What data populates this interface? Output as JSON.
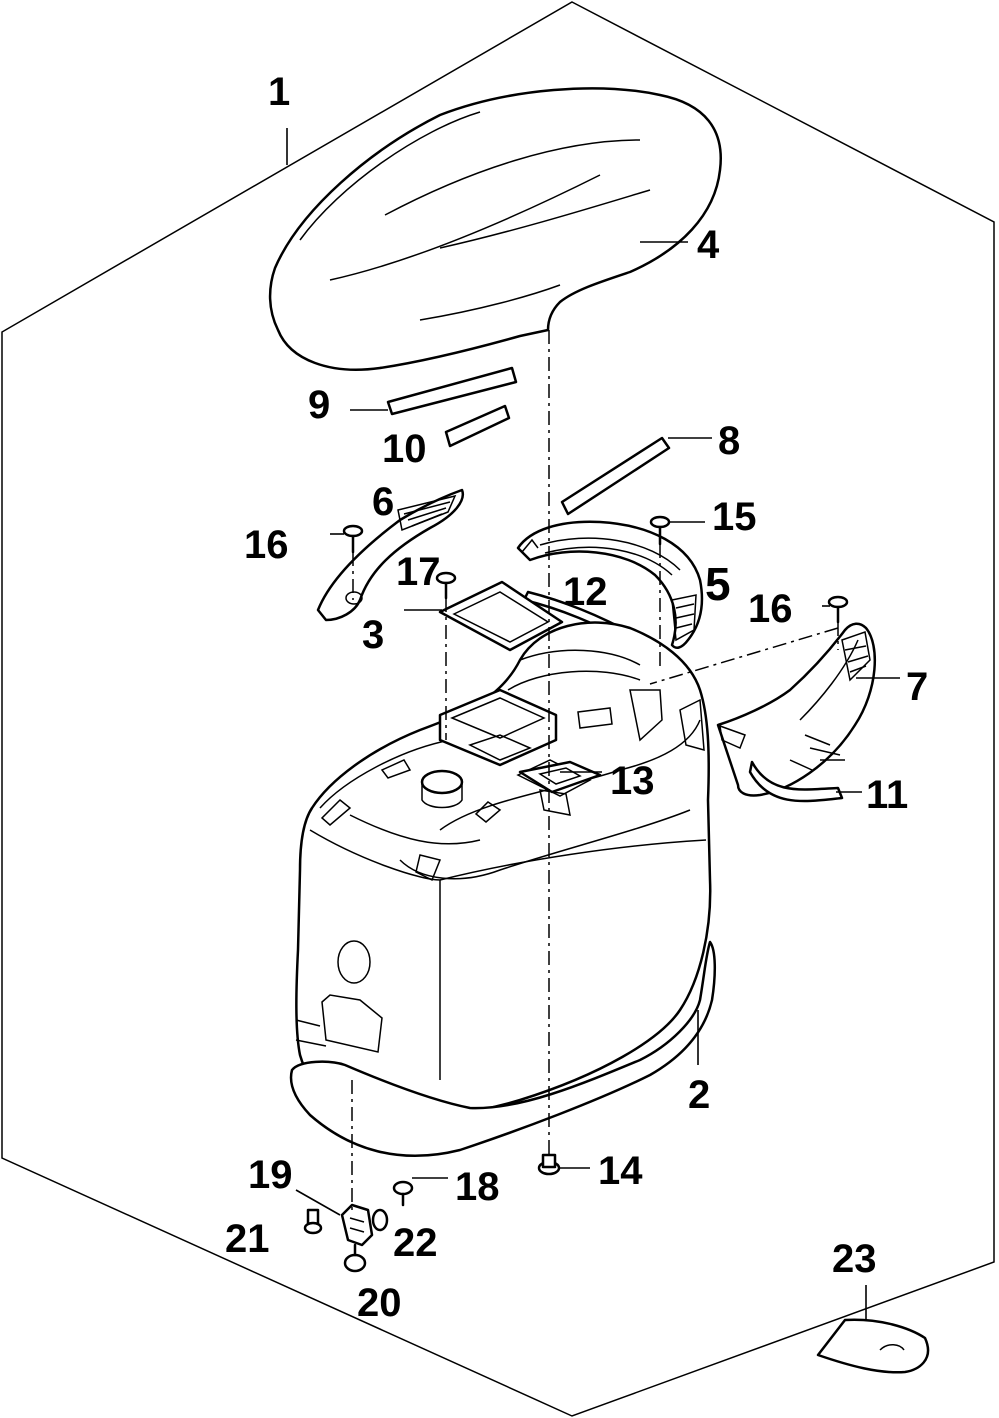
{
  "callouts": [
    {
      "id": "c1",
      "label": "1"
    },
    {
      "id": "c2",
      "label": "2"
    },
    {
      "id": "c3",
      "label": "3"
    },
    {
      "id": "c4",
      "label": "4"
    },
    {
      "id": "c5",
      "label": "5"
    },
    {
      "id": "c6",
      "label": "6"
    },
    {
      "id": "c7",
      "label": "7"
    },
    {
      "id": "c8",
      "label": "8"
    },
    {
      "id": "c9",
      "label": "9"
    },
    {
      "id": "c10",
      "label": "10"
    },
    {
      "id": "c11",
      "label": "11"
    },
    {
      "id": "c12",
      "label": "12"
    },
    {
      "id": "c13",
      "label": "13"
    },
    {
      "id": "c14",
      "label": "14"
    },
    {
      "id": "c15",
      "label": "15"
    },
    {
      "id": "c16a",
      "label": "16"
    },
    {
      "id": "c16b",
      "label": "16"
    },
    {
      "id": "c17",
      "label": "17"
    },
    {
      "id": "c18",
      "label": "18"
    },
    {
      "id": "c19",
      "label": "19"
    },
    {
      "id": "c20",
      "label": "20"
    },
    {
      "id": "c21",
      "label": "21"
    },
    {
      "id": "c22",
      "label": "22"
    },
    {
      "id": "c23",
      "label": "23"
    }
  ]
}
